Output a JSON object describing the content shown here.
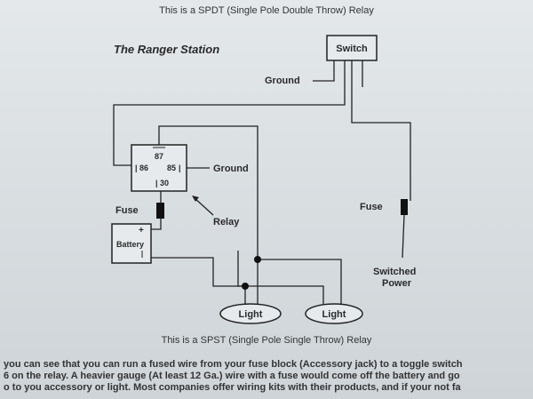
{
  "captions": {
    "top": "This is a SPDT (Single Pole Double Throw) Relay",
    "bottom": "This is a SPST (Single Pole Single Throw) Relay"
  },
  "diagram": {
    "title": "The Ranger Station",
    "labels": {
      "switch": "Switch",
      "ground_top": "Ground",
      "ground_relay": "Ground",
      "relay": "Relay",
      "fuse_left": "Fuse",
      "fuse_right": "Fuse",
      "battery": "Battery",
      "battery_plus": "+",
      "switched_power_1": "Switched",
      "switched_power_2": "Power",
      "light_1": "Light",
      "light_2": "Light"
    },
    "pins": {
      "p87": "87",
      "p86": "86",
      "p85": "85",
      "p30": "30"
    }
  },
  "body_text": [
    "you can see that you can run a fused wire from your fuse block (Accessory jack) to a toggle switch",
    "6 on the relay.  A heavier gauge (At least 12 Ga.) wire with a fuse would come off the battery and go",
    "o to you accessory or light.  Most companies offer wiring kits with their products, and if your not fa"
  ]
}
